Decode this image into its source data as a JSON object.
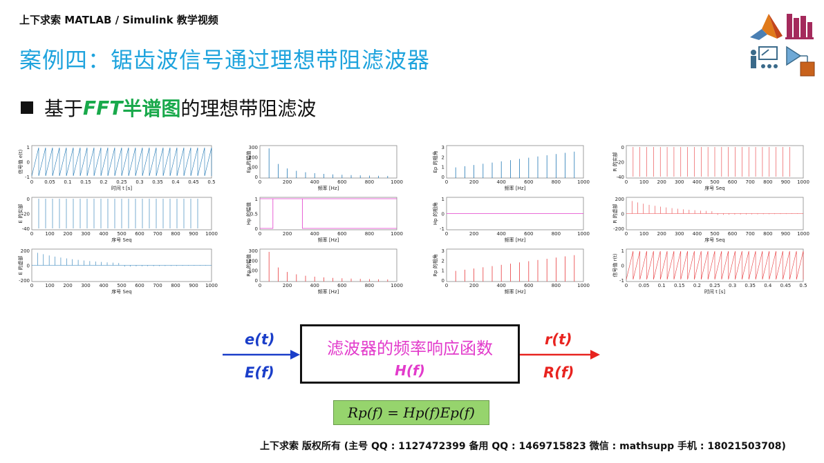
{
  "header": "上下求索 MATLAB / Simulink 教学视频",
  "title": "案例四：锯齿波信号通过理想带阻滤波器",
  "bullet": {
    "pre": "基于 ",
    "em": "FFT",
    "mid": " 半谱图",
    "post": "的理想带阻滤波"
  },
  "plots": [
    {
      "ylabel": "信号值 e(t)",
      "xlabel": "时间 t [s]",
      "xticks": [
        "0",
        "0.05",
        "0.1",
        "0.15",
        "0.2",
        "0.25",
        "0.3",
        "0.35",
        "0.4",
        "0.45",
        "0.5"
      ],
      "yticks": [
        "1",
        "0",
        "-1"
      ]
    },
    {
      "ylabel": "Ep 的幅值",
      "xlabel": "频率 [Hz]",
      "xticks": [
        "0",
        "200",
        "400",
        "600",
        "800",
        "1000"
      ],
      "yticks": [
        "300",
        "200",
        "100",
        "0"
      ]
    },
    {
      "ylabel": "Ep 的相角",
      "xlabel": "频率 [Hz]",
      "xticks": [
        "0",
        "200",
        "400",
        "600",
        "800",
        "1000"
      ],
      "yticks": [
        "3",
        "2",
        "1",
        "0"
      ]
    },
    {
      "ylabel": "R 的实部",
      "xlabel": "序号 Seq",
      "xticks": [
        "0",
        "100",
        "200",
        "300",
        "400",
        "500",
        "600",
        "700",
        "800",
        "900",
        "1000"
      ],
      "yticks": [
        "0",
        "-20",
        "-40"
      ]
    },
    {
      "ylabel": "E 的实部",
      "xlabel": "序号 Seq",
      "xticks": [
        "0",
        "100",
        "200",
        "300",
        "400",
        "500",
        "600",
        "700",
        "800",
        "900",
        "1000"
      ],
      "yticks": [
        "0",
        "-20",
        "-40"
      ]
    },
    {
      "ylabel": "Hp 的幅值",
      "xlabel": "频率 [Hz]",
      "xticks": [
        "0",
        "200",
        "400",
        "600",
        "800",
        "1000"
      ],
      "yticks": [
        "1",
        "0.5",
        "0"
      ]
    },
    {
      "ylabel": "Hp 的相角",
      "xlabel": "频率 [Hz]",
      "xticks": [
        "0",
        "200",
        "400",
        "600",
        "800",
        "1000"
      ],
      "yticks": [
        "1",
        "0",
        "-1"
      ]
    },
    {
      "ylabel": "R 的虚部",
      "xlabel": "序号 Seq",
      "xticks": [
        "0",
        "100",
        "200",
        "300",
        "400",
        "500",
        "600",
        "700",
        "800",
        "900",
        "1000"
      ],
      "yticks": [
        "200",
        "0",
        "-200"
      ]
    },
    {
      "ylabel": "E 的虚部",
      "xlabel": "序号 Seq",
      "xticks": [
        "0",
        "100",
        "200",
        "300",
        "400",
        "500",
        "600",
        "700",
        "800",
        "900",
        "1000"
      ],
      "yticks": [
        "200",
        "0",
        "-200"
      ]
    },
    {
      "ylabel": "Rp 的幅值",
      "xlabel": "频率 [Hz]",
      "xticks": [
        "0",
        "200",
        "400",
        "600",
        "800",
        "1000"
      ],
      "yticks": [
        "300",
        "200",
        "100",
        "0"
      ]
    },
    {
      "ylabel": "Rp 的相角",
      "xlabel": "频率 [Hz]",
      "xticks": [
        "0",
        "200",
        "400",
        "600",
        "800",
        "1000"
      ],
      "yticks": [
        "3",
        "2",
        "1",
        "0"
      ]
    },
    {
      "ylabel": "信号值 r(t)",
      "xlabel": "时间 t [s]",
      "xticks": [
        "0",
        "0.05",
        "0.1",
        "0.15",
        "0.2",
        "0.25",
        "0.3",
        "0.35",
        "0.4",
        "0.45",
        "0.5"
      ],
      "yticks": [
        "1",
        "0",
        "-1"
      ]
    }
  ],
  "diagram": {
    "input_time": "e(t)",
    "input_freq": "E(f)",
    "block_title": "滤波器的频率响应函数",
    "block_sub": "H(f)",
    "output_time": "r(t)",
    "output_freq": "R(f)"
  },
  "formula": "Rp(f) = Hp(f)Ep(f)",
  "footer": "上下求索  版权所有  (主号 QQ : 1127472399   备用 QQ : 1469715823   微信 : mathsupp   手机 : 18021503708)",
  "colors": {
    "title": "#1ea3dd",
    "blue": "#1f77b4",
    "red": "#e8393c",
    "magenta": "#e23bcb",
    "green": "#19a94b",
    "formula_bg": "#96d46d"
  },
  "icons": [
    "matlab-icon",
    "books-icon",
    "teacher-icon",
    "simulink-icon"
  ]
}
